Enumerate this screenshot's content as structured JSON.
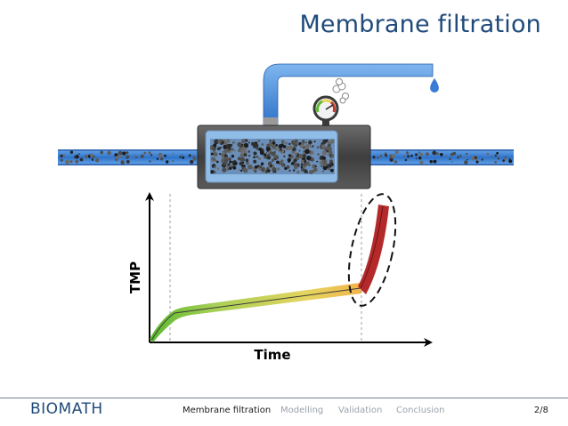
{
  "header": {
    "title": "Membrane filtration"
  },
  "diagram": {
    "y_axis_label": "TMP",
    "x_axis_label": "Time"
  },
  "footer": {
    "logo": "BIOMATH",
    "nav": [
      {
        "label": "Membrane filtration",
        "active": true
      },
      {
        "label": "Modelling",
        "active": false
      },
      {
        "label": "Validation",
        "active": false
      },
      {
        "label": "Conclusion",
        "active": false
      }
    ],
    "page": "2/8"
  },
  "colors": {
    "title": "#1f4a7a",
    "water": "#3a7bd5",
    "pipe_dark": "#4a4a4a",
    "curve_green": "#5cb82f",
    "curve_yellow": "#e9d35a",
    "curve_red": "#b42a2a"
  }
}
